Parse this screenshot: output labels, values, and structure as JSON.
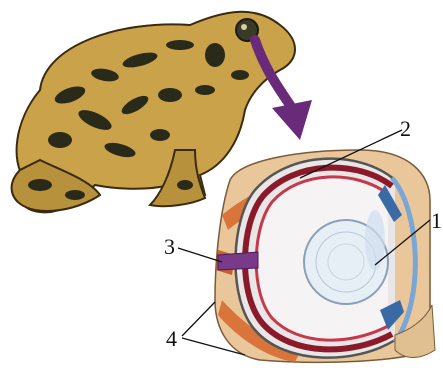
{
  "labels": {
    "one": "1",
    "two": "2",
    "three": "3",
    "four": "4"
  },
  "colors": {
    "toad_body": "#c9a24a",
    "toad_spots": "#2a2a1a",
    "arrow": "#6a2a7a",
    "sclera": "#e9e6e8",
    "choroid": "#8a1a2a",
    "retina": "#c43a4a",
    "orbit_muscle": "#d9743a",
    "lens": "#e6eef6",
    "optic_nerve": "#7a3a8a",
    "cornea_blue": "#7aa6d6"
  },
  "icons": [
    "toad-illustration",
    "eye-cross-section",
    "pointer-arrow"
  ]
}
